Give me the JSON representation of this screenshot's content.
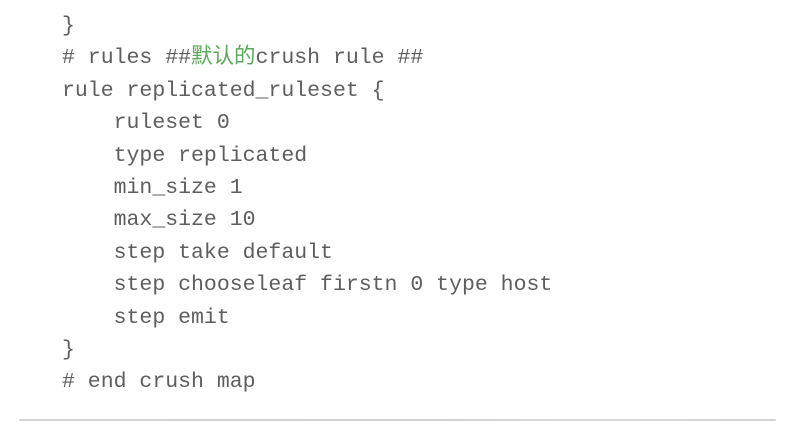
{
  "page": {
    "background_color": "#ffffff",
    "text_color": "#5e5e5e",
    "highlight_color": "#5aa85a",
    "divider_color": "#d4d4d4"
  },
  "code": {
    "language": "crush-map",
    "lines": [
      {
        "id": "line-1",
        "pre": "}",
        "highlight": "",
        "post": ""
      },
      {
        "id": "line-2",
        "pre": "# rules ##",
        "highlight": "默认的",
        "post": "crush rule ##"
      },
      {
        "id": "line-3",
        "pre": "rule replicated_ruleset {",
        "highlight": "",
        "post": ""
      },
      {
        "id": "line-4",
        "pre": "    ruleset 0",
        "highlight": "",
        "post": ""
      },
      {
        "id": "line-5",
        "pre": "    type replicated",
        "highlight": "",
        "post": ""
      },
      {
        "id": "line-6",
        "pre": "    min_size 1",
        "highlight": "",
        "post": ""
      },
      {
        "id": "line-7",
        "pre": "    max_size 10",
        "highlight": "",
        "post": ""
      },
      {
        "id": "line-8",
        "pre": "    step take default",
        "highlight": "",
        "post": ""
      },
      {
        "id": "line-9",
        "pre": "    step chooseleaf firstn 0 type host",
        "highlight": "",
        "post": ""
      },
      {
        "id": "line-10",
        "pre": "    step emit",
        "highlight": "",
        "post": ""
      },
      {
        "id": "line-11",
        "pre": "}",
        "highlight": "",
        "post": ""
      },
      {
        "id": "line-12",
        "pre": "# end crush map",
        "highlight": "",
        "post": ""
      }
    ]
  }
}
